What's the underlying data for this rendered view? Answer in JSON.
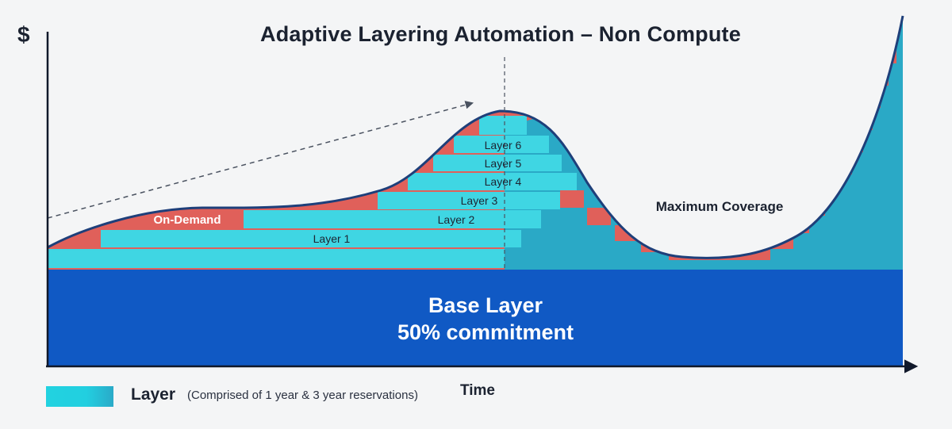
{
  "title": "Adaptive Layering Automation – Non Compute",
  "y_axis_label": "$",
  "x_axis_label": "Time",
  "base_layer": {
    "line1": "Base Layer",
    "line2": "50% commitment"
  },
  "layers": [
    "Layer 1",
    "Layer 2",
    "Layer 3",
    "Layer 4",
    "Layer 5",
    "Layer 6"
  ],
  "annotations": {
    "on_demand": "On-Demand",
    "max_coverage": "Maximum Coverage"
  },
  "legend": {
    "label": "Layer",
    "note": "(Comprised of 1 year & 3 year reservations)"
  },
  "colors": {
    "base": "#1059c4",
    "layer": "#3fd6e3",
    "layer_dark": "#2aaac8",
    "on_demand": "#e0605a",
    "curve": "#1e3f7a",
    "axis": "#10182a"
  }
}
